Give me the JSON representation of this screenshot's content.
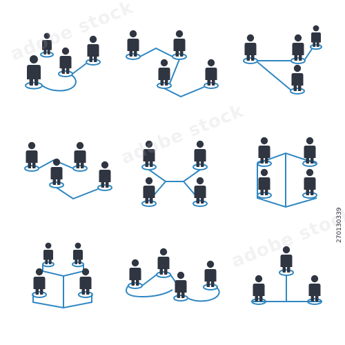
{
  "stock_id": "270130339",
  "watermark": "adobe stock",
  "colors": {
    "figure": "#2f3541",
    "line": "#2e86c1",
    "background": "#ffffff"
  },
  "icon_set": {
    "name": "people-network-icons",
    "count": 9
  }
}
